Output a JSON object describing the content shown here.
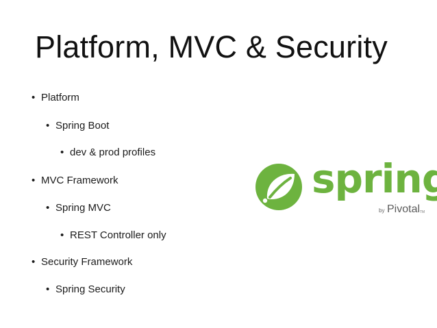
{
  "slide": {
    "title": "Platform, MVC & Security",
    "bullets": [
      {
        "level": 1,
        "text": "Platform"
      },
      {
        "level": 2,
        "text": "Spring Boot"
      },
      {
        "level": 3,
        "text": "dev & prod profiles"
      },
      {
        "level": 1,
        "text": "MVC Framework"
      },
      {
        "level": 2,
        "text": "Spring MVC"
      },
      {
        "level": 3,
        "text": "REST Controller only"
      },
      {
        "level": 1,
        "text": "Security Framework"
      },
      {
        "level": 2,
        "text": "Spring Security"
      }
    ],
    "bullet_glyph": "•"
  },
  "logo": {
    "word": "spring",
    "by": "by",
    "pivotal": "Pivotal",
    "tm": "TM",
    "brand_color": "#6db33f",
    "icon": "spring-leaf-icon"
  }
}
